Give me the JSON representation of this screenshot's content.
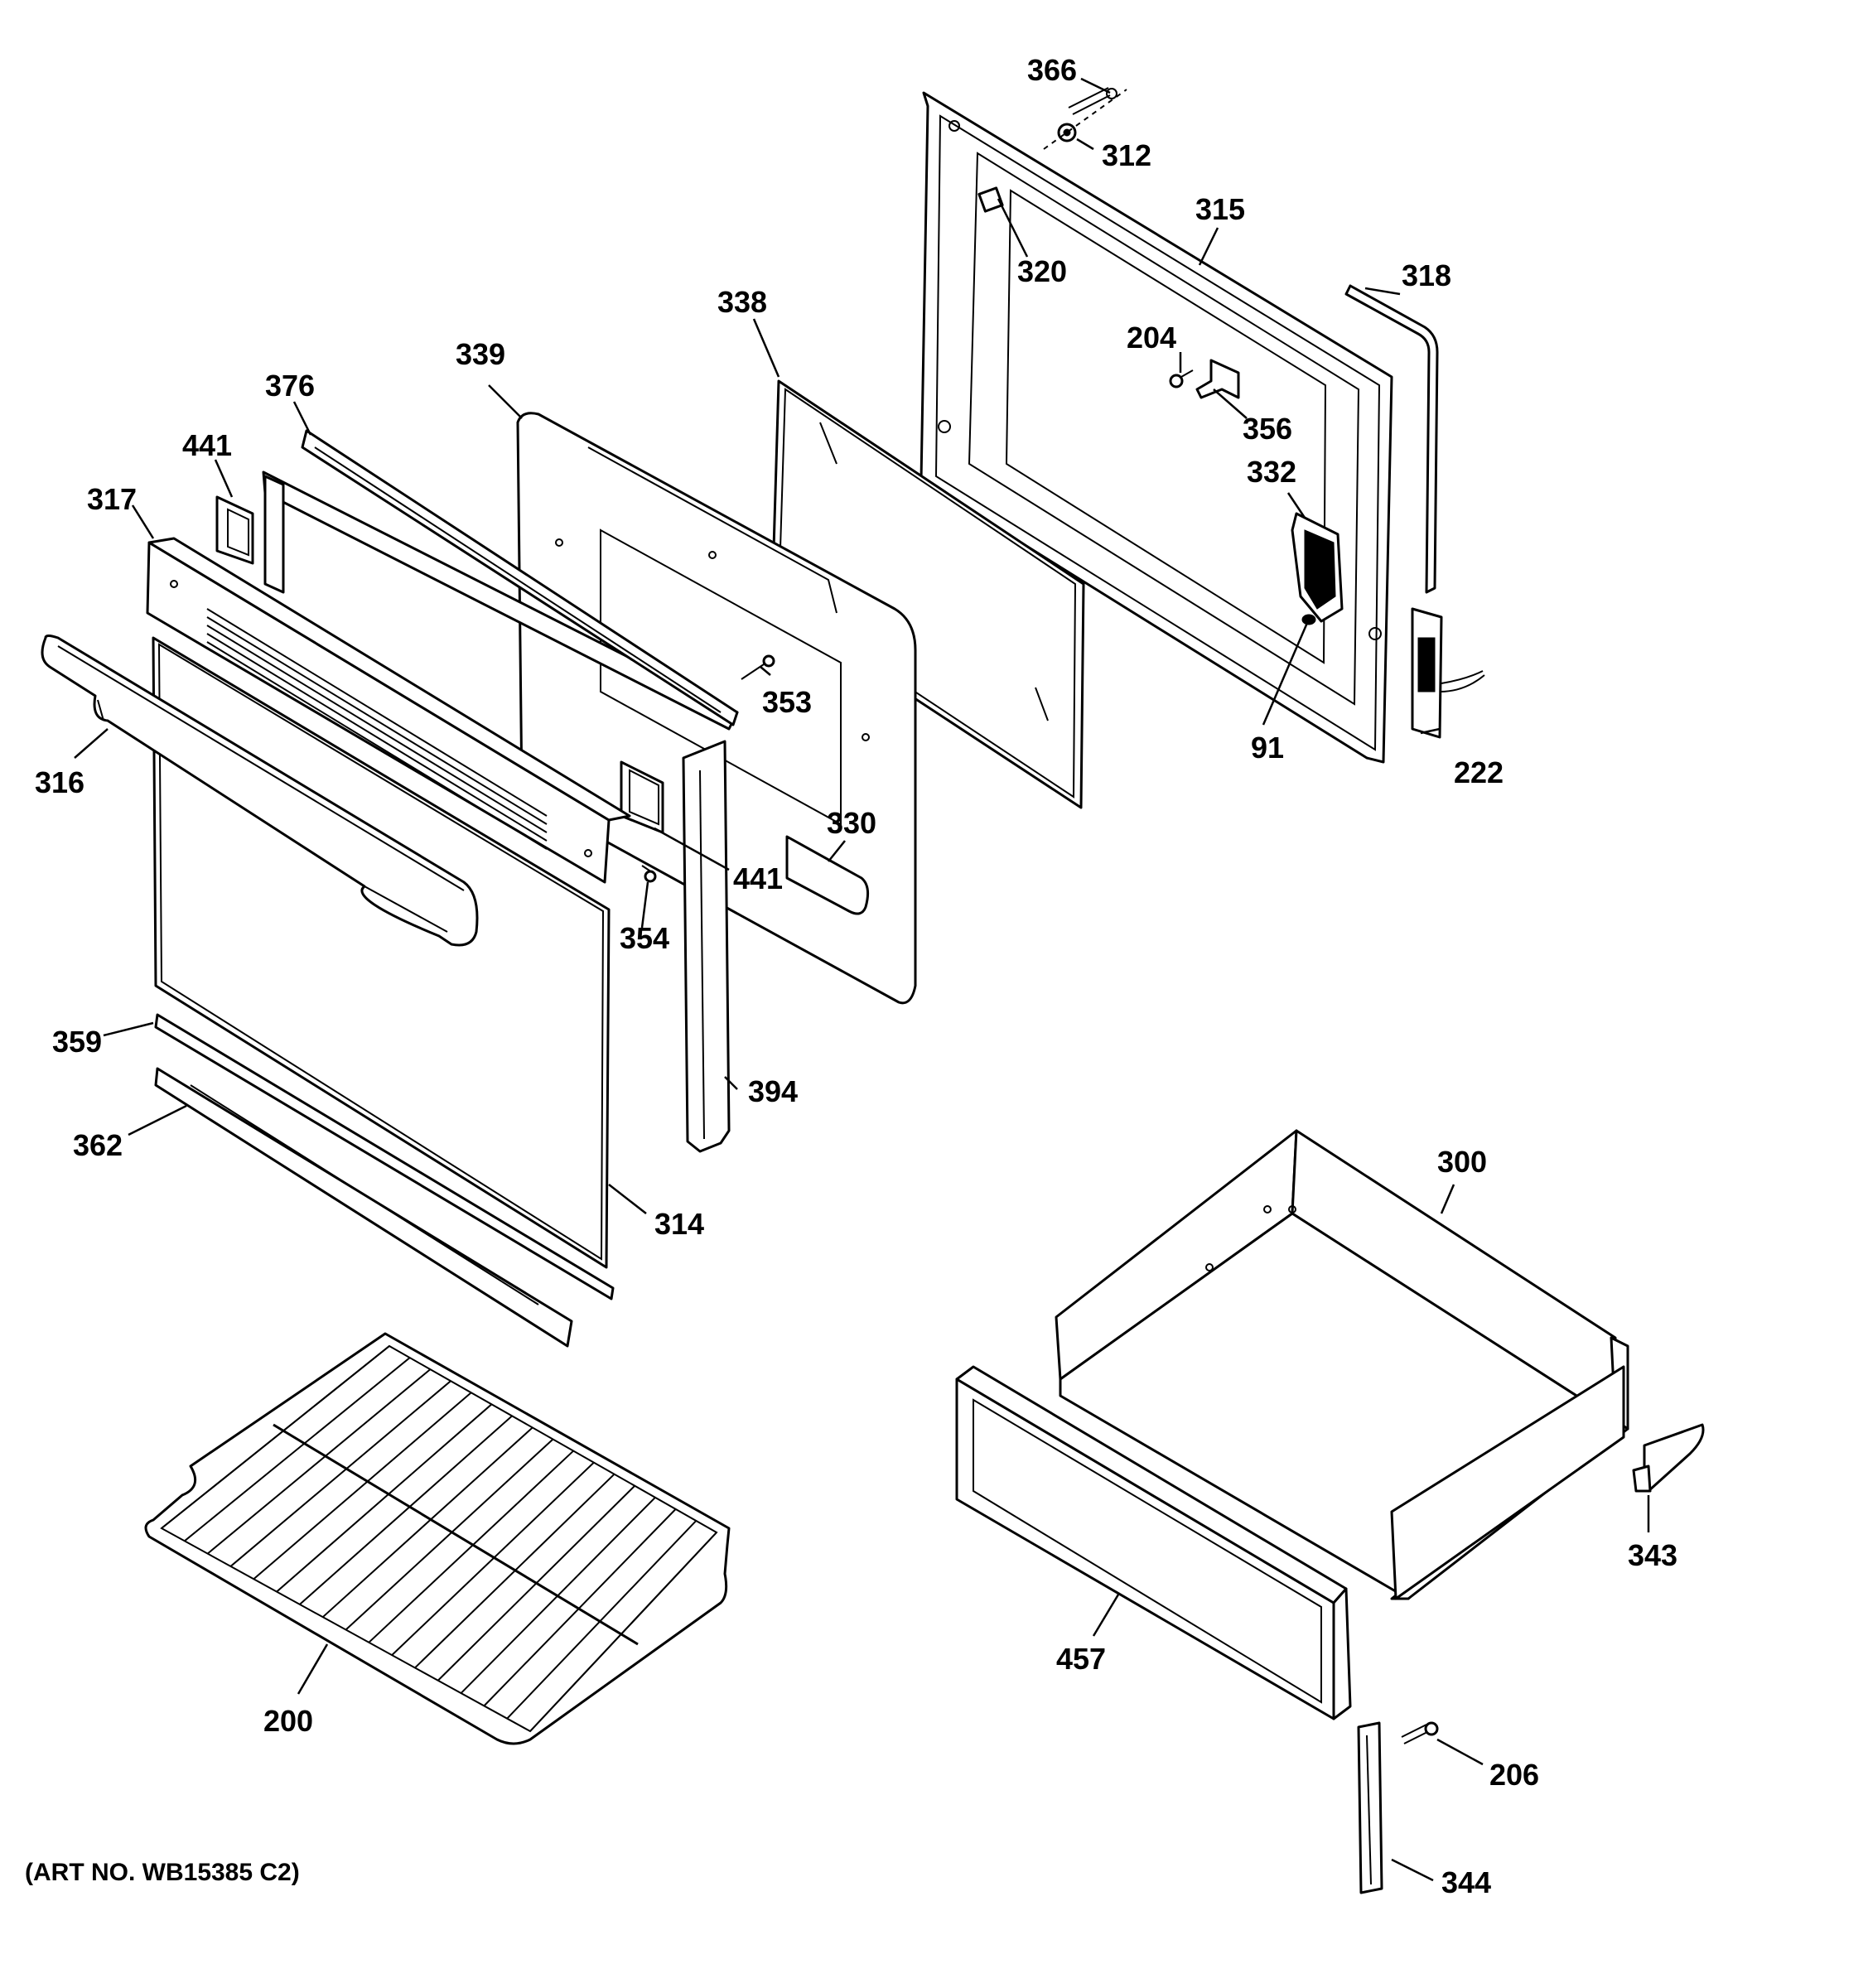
{
  "art_number": "(ART NO. WB15385 C2)",
  "callouts": {
    "c366": "366",
    "c312": "312",
    "c315": "315",
    "c320": "320",
    "c318": "318",
    "c204": "204",
    "c356": "356",
    "c338": "338",
    "c339": "339",
    "c376": "376",
    "c441a": "441",
    "c317": "317",
    "c332": "332",
    "c353": "353",
    "c91": "91",
    "c222": "222",
    "c316": "316",
    "c330": "330",
    "c441b": "441",
    "c354": "354",
    "c359": "359",
    "c394": "394",
    "c362": "362",
    "c314": "314",
    "c300": "300",
    "c343": "343",
    "c457": "457",
    "c200": "200",
    "c206": "206",
    "c344": "344"
  },
  "icons": [
    "oven-door-inner-panel",
    "door-gasket",
    "door-hinge",
    "door-glass",
    "door-liner",
    "door-frame",
    "vent-trim",
    "door-outer-panel",
    "door-handle",
    "oven-rack",
    "drawer-body",
    "drawer-front",
    "drawer-glide",
    "drawer-stop"
  ]
}
